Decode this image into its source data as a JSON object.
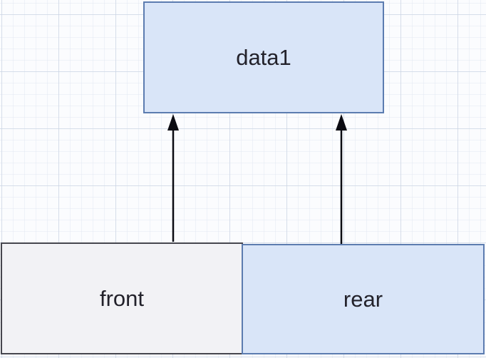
{
  "diagram": {
    "nodes": {
      "data1": {
        "label": "data1",
        "fill": "#d9e5f8",
        "border": "#5c7cb0"
      },
      "front": {
        "label": "front",
        "fill": "#f2f2f5",
        "border": "#46464e"
      },
      "rear": {
        "label": "rear",
        "fill": "#d9e5f8",
        "border": "#5c7cb0"
      }
    },
    "edges": [
      {
        "from": "front",
        "to": "data1",
        "direction": "up",
        "color": "#0b0b12"
      },
      {
        "from": "rear",
        "to": "data1",
        "direction": "up",
        "color": "#0b0b12"
      }
    ],
    "canvas": {
      "background": "#fbfcfe",
      "grid_major_color": "#dde4ee",
      "grid_minor_color": "#eef2f8"
    }
  }
}
